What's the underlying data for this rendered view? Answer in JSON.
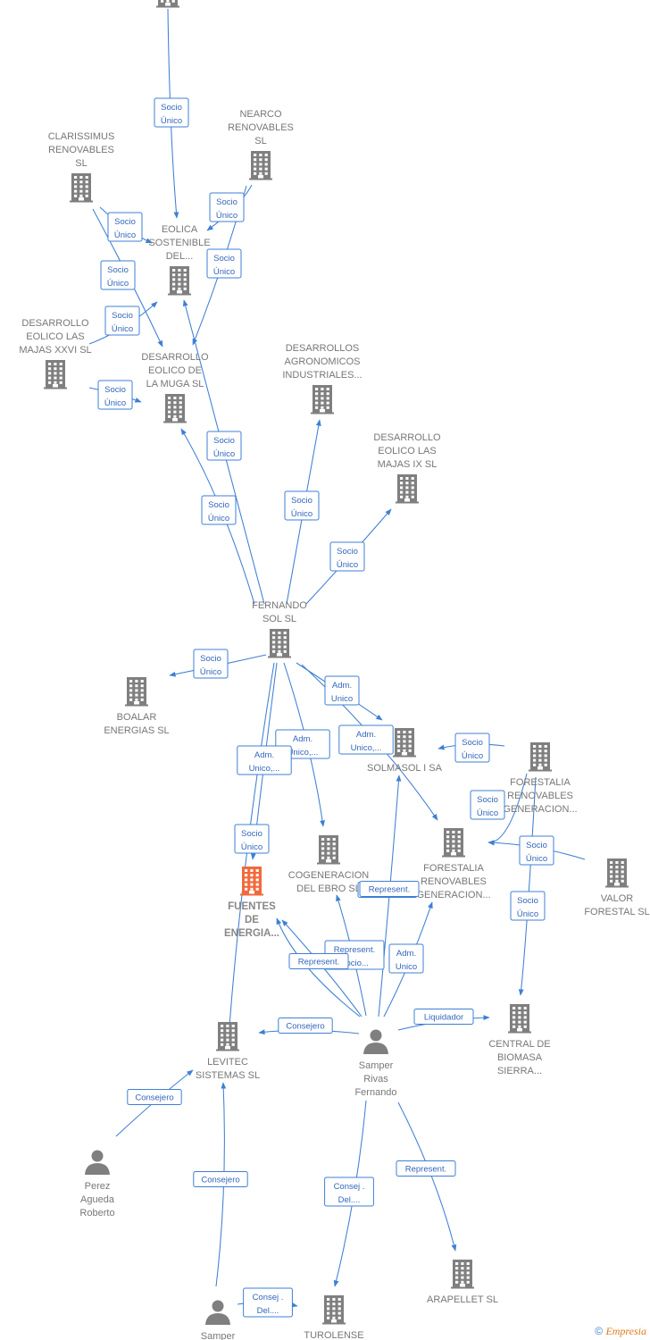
{
  "colors": {
    "edge": "#3f7fd4",
    "building": "#7f7f7f",
    "main_building": "#f26a3b",
    "person": "#7f7f7f"
  },
  "nodes": [
    {
      "id": "top",
      "type": "building-icon",
      "label": []
    },
    {
      "id": "clarissimus",
      "type": "building-icon",
      "label": [
        "CLARISSIMUS",
        "RENOVABLES",
        "SL"
      ]
    },
    {
      "id": "nearco",
      "type": "building-icon",
      "label": [
        "NEARCO",
        "RENOVABLES",
        "SL"
      ]
    },
    {
      "id": "eolica",
      "type": "building-icon",
      "label": [
        "EOLICA",
        "SOSTENIBLE",
        "DEL..."
      ]
    },
    {
      "id": "majas26",
      "type": "building-icon",
      "label": [
        "DESARROLLO",
        "EOLICO LAS",
        "MAJAS XXVI  SL"
      ]
    },
    {
      "id": "muga",
      "type": "building-icon",
      "label": [
        "DESARROLLO",
        "EOLICO DE",
        "LA MUGA SL"
      ]
    },
    {
      "id": "agronomicos",
      "type": "building-icon",
      "label": [
        "DESARROLLOS",
        "AGRONOMICOS",
        "INDUSTRIALES..."
      ]
    },
    {
      "id": "majas9",
      "type": "building-icon",
      "label": [
        "DESARROLLO",
        "EOLICO LAS",
        "MAJAS IX  SL"
      ]
    },
    {
      "id": "fernando",
      "type": "building-icon",
      "label": [
        "FERNANDO",
        "SOL SL"
      ]
    },
    {
      "id": "boalar",
      "type": "building-icon",
      "label": [
        "BOALAR",
        "ENERGIAS  SL"
      ]
    },
    {
      "id": "solmasol",
      "type": "building-icon",
      "label": [
        "SOLMASOL I SA"
      ]
    },
    {
      "id": "forestalia1",
      "type": "building-icon",
      "label": [
        "FORESTALIA",
        "RENOVABLES",
        "GENERACION..."
      ]
    },
    {
      "id": "forestalia2",
      "type": "building-icon",
      "label": [
        "FORESTALIA",
        "RENOVABLES",
        "GENERACION..."
      ]
    },
    {
      "id": "cogeneracion",
      "type": "building-icon",
      "label": [
        "COGENERACION",
        "DEL EBRO  SL"
      ]
    },
    {
      "id": "fuentes",
      "type": "building-icon",
      "main": true,
      "label": [
        "FUENTES",
        "DE",
        "ENERGIA..."
      ]
    },
    {
      "id": "valor",
      "type": "building-icon",
      "label": [
        "VALOR",
        "FORESTAL SL"
      ]
    },
    {
      "id": "central",
      "type": "building-icon",
      "label": [
        "CENTRAL DE",
        "BIOMASA",
        "SIERRA..."
      ]
    },
    {
      "id": "levitec",
      "type": "building-icon",
      "label": [
        "LEVITEC",
        "SISTEMAS  SL"
      ]
    },
    {
      "id": "samper_rf",
      "type": "person-icon",
      "label": [
        "Samper",
        "Rivas",
        "Fernando"
      ]
    },
    {
      "id": "perez",
      "type": "person-icon",
      "label": [
        "Perez",
        "Agueda",
        "Roberto"
      ]
    },
    {
      "id": "samper2",
      "type": "person-icon",
      "label": [
        "Samper"
      ]
    },
    {
      "id": "turolense",
      "type": "building-icon",
      "label": [
        "TUROLENSE"
      ]
    },
    {
      "id": "arapellet",
      "type": "building-icon",
      "label": [
        "ARAPELLET  SL"
      ]
    }
  ],
  "edges": [
    {
      "from": "top",
      "to": "eolica",
      "label": [
        "Socio",
        "Único"
      ]
    },
    {
      "from": "nearco",
      "to": "eolica",
      "label": [
        "Socio",
        "Único"
      ]
    },
    {
      "from": "clarissimus",
      "to": "eolica",
      "label": [
        "Socio",
        "Único"
      ]
    },
    {
      "from": "nearco",
      "to": "muga",
      "label": [
        "Socio",
        "Único"
      ]
    },
    {
      "from": "clarissimus",
      "to": "muga",
      "label": [
        "Socio",
        "Único"
      ]
    },
    {
      "from": "majas26",
      "to": "eolica",
      "label": [
        "Socio",
        "Único"
      ]
    },
    {
      "from": "majas26",
      "to": "muga",
      "label": [
        "Socio",
        "Único"
      ]
    },
    {
      "from": "fernando",
      "to": "eolica",
      "label": [
        "Socio",
        "Único"
      ]
    },
    {
      "from": "fernando",
      "to": "muga",
      "label": [
        "Socio",
        "Único"
      ]
    },
    {
      "from": "fernando",
      "to": "agronomicos",
      "label": [
        "Socio",
        "Único"
      ]
    },
    {
      "from": "fernando",
      "to": "majas9",
      "label": [
        "Socio",
        "Único"
      ]
    },
    {
      "from": "fernando",
      "to": "boalar",
      "label": [
        "Socio",
        "Único"
      ]
    },
    {
      "from": "fernando",
      "to": "solmasol",
      "label": [
        "Adm.",
        "Unico"
      ]
    },
    {
      "from": "fernando",
      "to": "forestalia2",
      "label": [
        "Adm.",
        "Unico,..."
      ]
    },
    {
      "from": "fernando",
      "to": "cogeneracion",
      "label": [
        "Adm.",
        "Unico,..."
      ]
    },
    {
      "from": "fernando",
      "to": "levitec",
      "label": [
        "Adm.",
        "Unico,..."
      ]
    },
    {
      "from": "fernando",
      "to": "fuentes",
      "label": [
        "Socio",
        "Único"
      ]
    },
    {
      "from": "forestalia1",
      "to": "solmasol",
      "label": [
        "Socio",
        "Único"
      ]
    },
    {
      "from": "forestalia1",
      "to": "forestalia2",
      "label": [
        "Socio",
        "Único"
      ]
    },
    {
      "from": "valor",
      "to": "forestalia2",
      "label": [
        "Socio",
        "Único"
      ]
    },
    {
      "from": "forestalia1",
      "to": "central",
      "label": [
        "Socio",
        "Único"
      ]
    },
    {
      "from": "samper_rf",
      "to": "cogeneracion",
      "label": [
        "Represent."
      ]
    },
    {
      "from": "samper_rf",
      "to": "fuentes",
      "label": [
        "Represent.",
        "Socio..."
      ]
    },
    {
      "from": "samper_rf",
      "to": "fuentes",
      "label": [
        "Represent."
      ]
    },
    {
      "from": "samper_rf",
      "to": "forestalia2",
      "label": [
        "Adm.",
        "Unico"
      ]
    },
    {
      "from": "samper_rf",
      "to": "solmasol",
      "label": [
        "Represent."
      ]
    },
    {
      "from": "samper_rf",
      "to": "levitec",
      "label": [
        "Consejero"
      ]
    },
    {
      "from": "samper_rf",
      "to": "central",
      "label": [
        "Liquidador"
      ]
    },
    {
      "from": "perez",
      "to": "levitec",
      "label": [
        "Consejero"
      ]
    },
    {
      "from": "samper2",
      "to": "levitec",
      "label": [
        "Consejero"
      ]
    },
    {
      "from": "samper_rf",
      "to": "turolense",
      "label": [
        "Consej .",
        "Del...."
      ]
    },
    {
      "from": "samper2",
      "to": "turolense",
      "label": [
        "Consej .",
        "Del...."
      ]
    },
    {
      "from": "samper_rf",
      "to": "arapellet",
      "label": [
        "Represent."
      ]
    }
  ],
  "footer": {
    "copyright": "©",
    "brand": "Empresia"
  }
}
